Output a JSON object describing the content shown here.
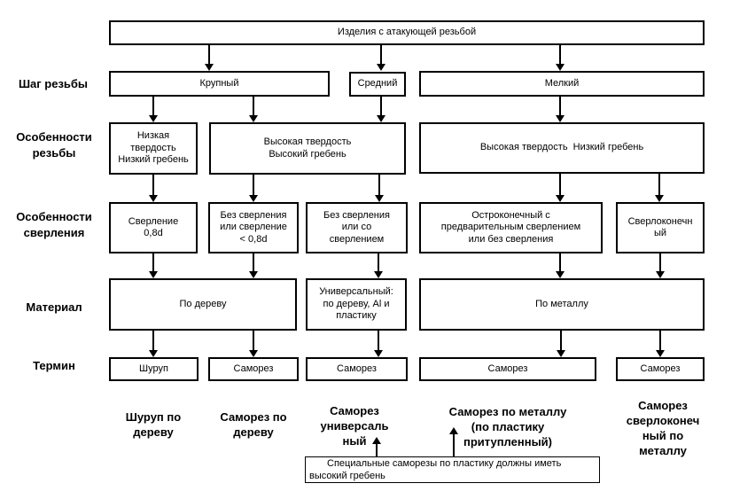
{
  "diagram": {
    "root_box": "Изделия с атакующей резьбой",
    "row_labels": {
      "pitch": "Шаг резьбы",
      "thread": "Особенности резьбы",
      "drilling": "Особенности сверления",
      "material": "Материал",
      "term": "Термин"
    },
    "pitch_boxes": {
      "coarse": "Крупный",
      "medium": "Средний",
      "fine": "Мелкий"
    },
    "thread_boxes": {
      "low_hardness": "Низкая\nтвердость\nНизкий гребень",
      "high_hardness_high_crest": "Высокая твердость\nВысокий гребень",
      "high_hardness_low_crest": "Высокая твердость  Низкий гребень"
    },
    "drilling_boxes": {
      "drill_08d": "Сверление\n0,8d",
      "no_drill_or_lt_08d": "Без сверления\nили сверление\n< 0,8d",
      "no_drill_or_with_drill": "Без сверления\nили со\nсверлением",
      "sharp_point": "Остроконечный с\nпредварительным сверлением\nили без сверления",
      "drill_point": "Сверлоконечн\nый"
    },
    "material_boxes": {
      "wood": "По дереву",
      "universal": "Универсальный:\nпо дереву, Al и\nпластику",
      "metal": "По металлу"
    },
    "term_boxes": {
      "t1": "Шуруп",
      "t2": "Саморез",
      "t3": "Саморез",
      "t4": "Саморез",
      "t5": "Саморез"
    },
    "result_labels": {
      "r1": "Шуруп по\nдереву",
      "r2": "Саморез по\nдереву",
      "r3": "Саморез\nуниверсаль\nный",
      "r4": "Саморез по металлу\n(по пластику\nпритупленный)",
      "r5": "Саморез\nсверлоконеч\nный по\nметаллу"
    },
    "note": "Специальные саморезы по пластику должны иметь высокий гребень"
  }
}
